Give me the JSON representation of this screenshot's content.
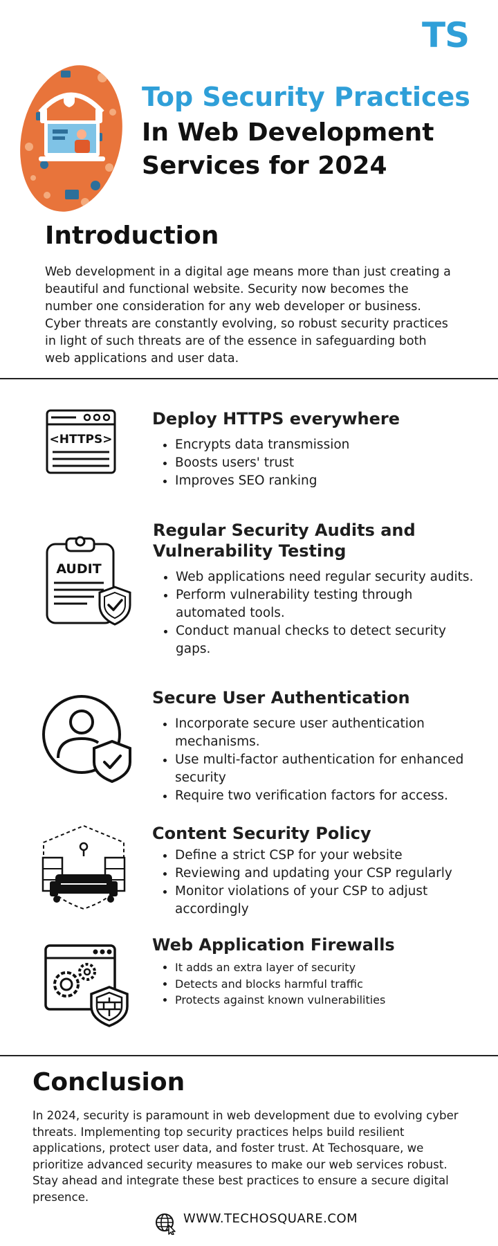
{
  "brand": {
    "logo_text": "TS"
  },
  "header": {
    "title_line1": "Top Security Practices",
    "title_line2": "In Web Development",
    "title_line3": "Services for 2024"
  },
  "intro": {
    "heading": "Introduction",
    "text": "Web development in a digital age means more than just creating a beautiful and functional website. Security now becomes the number one consideration for any web developer or business. Cyber threats are constantly evolving, so robust security practices in light of such threats are of the essence in safeguarding both web applications and user data."
  },
  "sections": [
    {
      "heading": "Deploy HTTPS everywhere",
      "icon": "https-browser-icon",
      "icon_text": "<HTTPS>",
      "bullets": [
        "Encrypts data transmission",
        "Boosts users' trust",
        "Improves SEO ranking"
      ]
    },
    {
      "heading_line1": "Regular Security Audits and",
      "heading_line2": "Vulnerability Testing",
      "icon": "audit-clipboard-icon",
      "icon_text": "AUDIT",
      "bullets": [
        "Web applications need regular security audits.",
        "Perform vulnerability testing through automated tools.",
        "Conduct manual checks to detect security gaps."
      ]
    },
    {
      "heading": "Secure User Authentication",
      "icon": "user-shield-icon",
      "bullets": [
        "Incorporate secure user authentication mechanisms.",
        "Use multi-factor authentication for enhanced security",
        "Require two verification factors for access."
      ]
    },
    {
      "heading": "Content Security Policy",
      "icon": "lock-vault-icon",
      "bullets": [
        "Define a strict CSP for your website",
        "Reviewing and updating your CSP regularly",
        "Monitor violations of your CSP to adjust accordingly"
      ]
    },
    {
      "heading": "Web Application Firewalls",
      "icon": "gear-firewall-icon",
      "bullets": [
        "It adds an extra layer of security",
        "Detects and blocks harmful traffic",
        "Protects against known vulnerabilities"
      ]
    }
  ],
  "conclusion": {
    "heading": "Conclusion",
    "text": "In 2024, security is paramount in web development due to evolving cyber threats. Implementing top security practices helps build resilient applications, protect user data, and foster trust. At Techosquare, we prioritize advanced security measures to make our web services robust. Stay ahead and integrate these best practices to ensure a secure digital presence."
  },
  "footer": {
    "icon": "globe-cursor-icon",
    "url": "WWW.TECHOSQUARE.COM"
  },
  "colors": {
    "accent": "#2f9fd8",
    "hero_orange": "#e8743b",
    "text": "#1a1a1a"
  }
}
